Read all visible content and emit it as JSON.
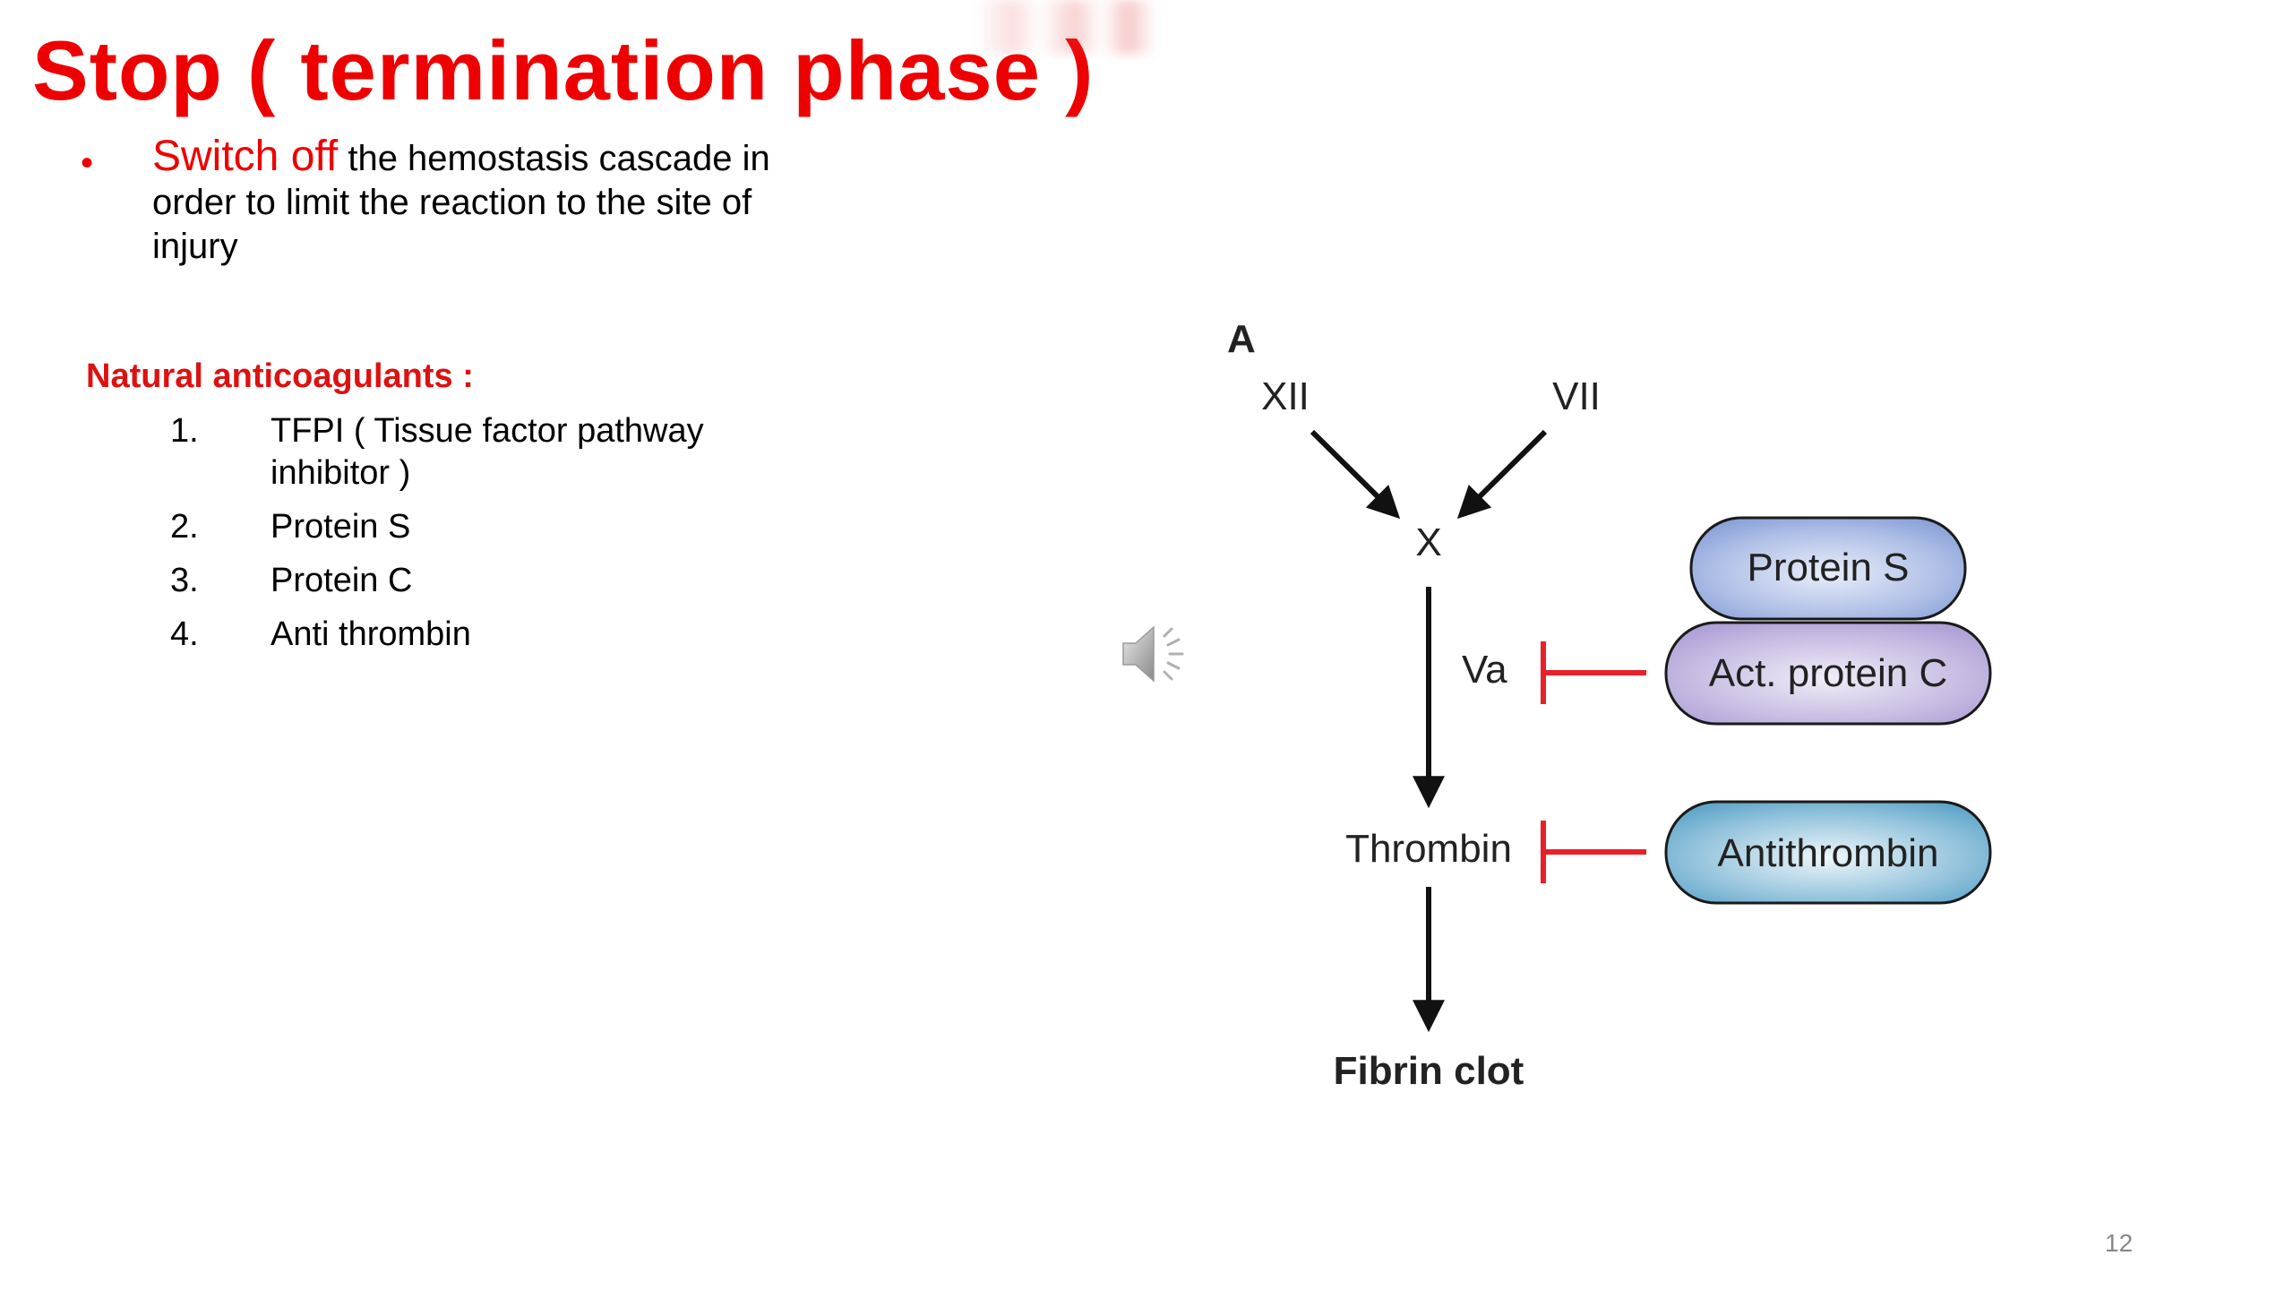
{
  "slide": {
    "title": "Stop ( termination phase )",
    "bullet": {
      "highlight": "Switch off",
      "text": " the hemostasis cascade in order to limit the reaction to the site of injury"
    },
    "anticoagulants_heading": "Natural anticoagulants :",
    "anticoagulants": [
      {
        "num": "1.",
        "label": "TFPI ( Tissue factor pathway inhibitor )"
      },
      {
        "num": "2.",
        "label": "Protein S"
      },
      {
        "num": "3.",
        "label": "Protein C"
      },
      {
        "num": "4.",
        "label": "Anti thrombin"
      }
    ],
    "page_number": "12",
    "speaker_icon": "speaker-audio-icon"
  },
  "diagram": {
    "panel_label": "A",
    "factors": {
      "xii": "XII",
      "vii": "VII",
      "x": "X",
      "va": "Va",
      "thrombin": "Thrombin",
      "fibrin_clot": "Fibrin clot"
    },
    "inhibitors": {
      "protein_s": "Protein S",
      "act_protein_c": "Act. protein C",
      "antithrombin": "Antithrombin"
    },
    "colors": {
      "inhibit_bar": "#e8202a",
      "arrow": "#111111",
      "protein_s_fill": "#8fa8dc",
      "act_protein_c_fill": "#b7a7d9",
      "antithrombin_fill": "#5fa6c8",
      "title_red": "#ee0000"
    }
  }
}
